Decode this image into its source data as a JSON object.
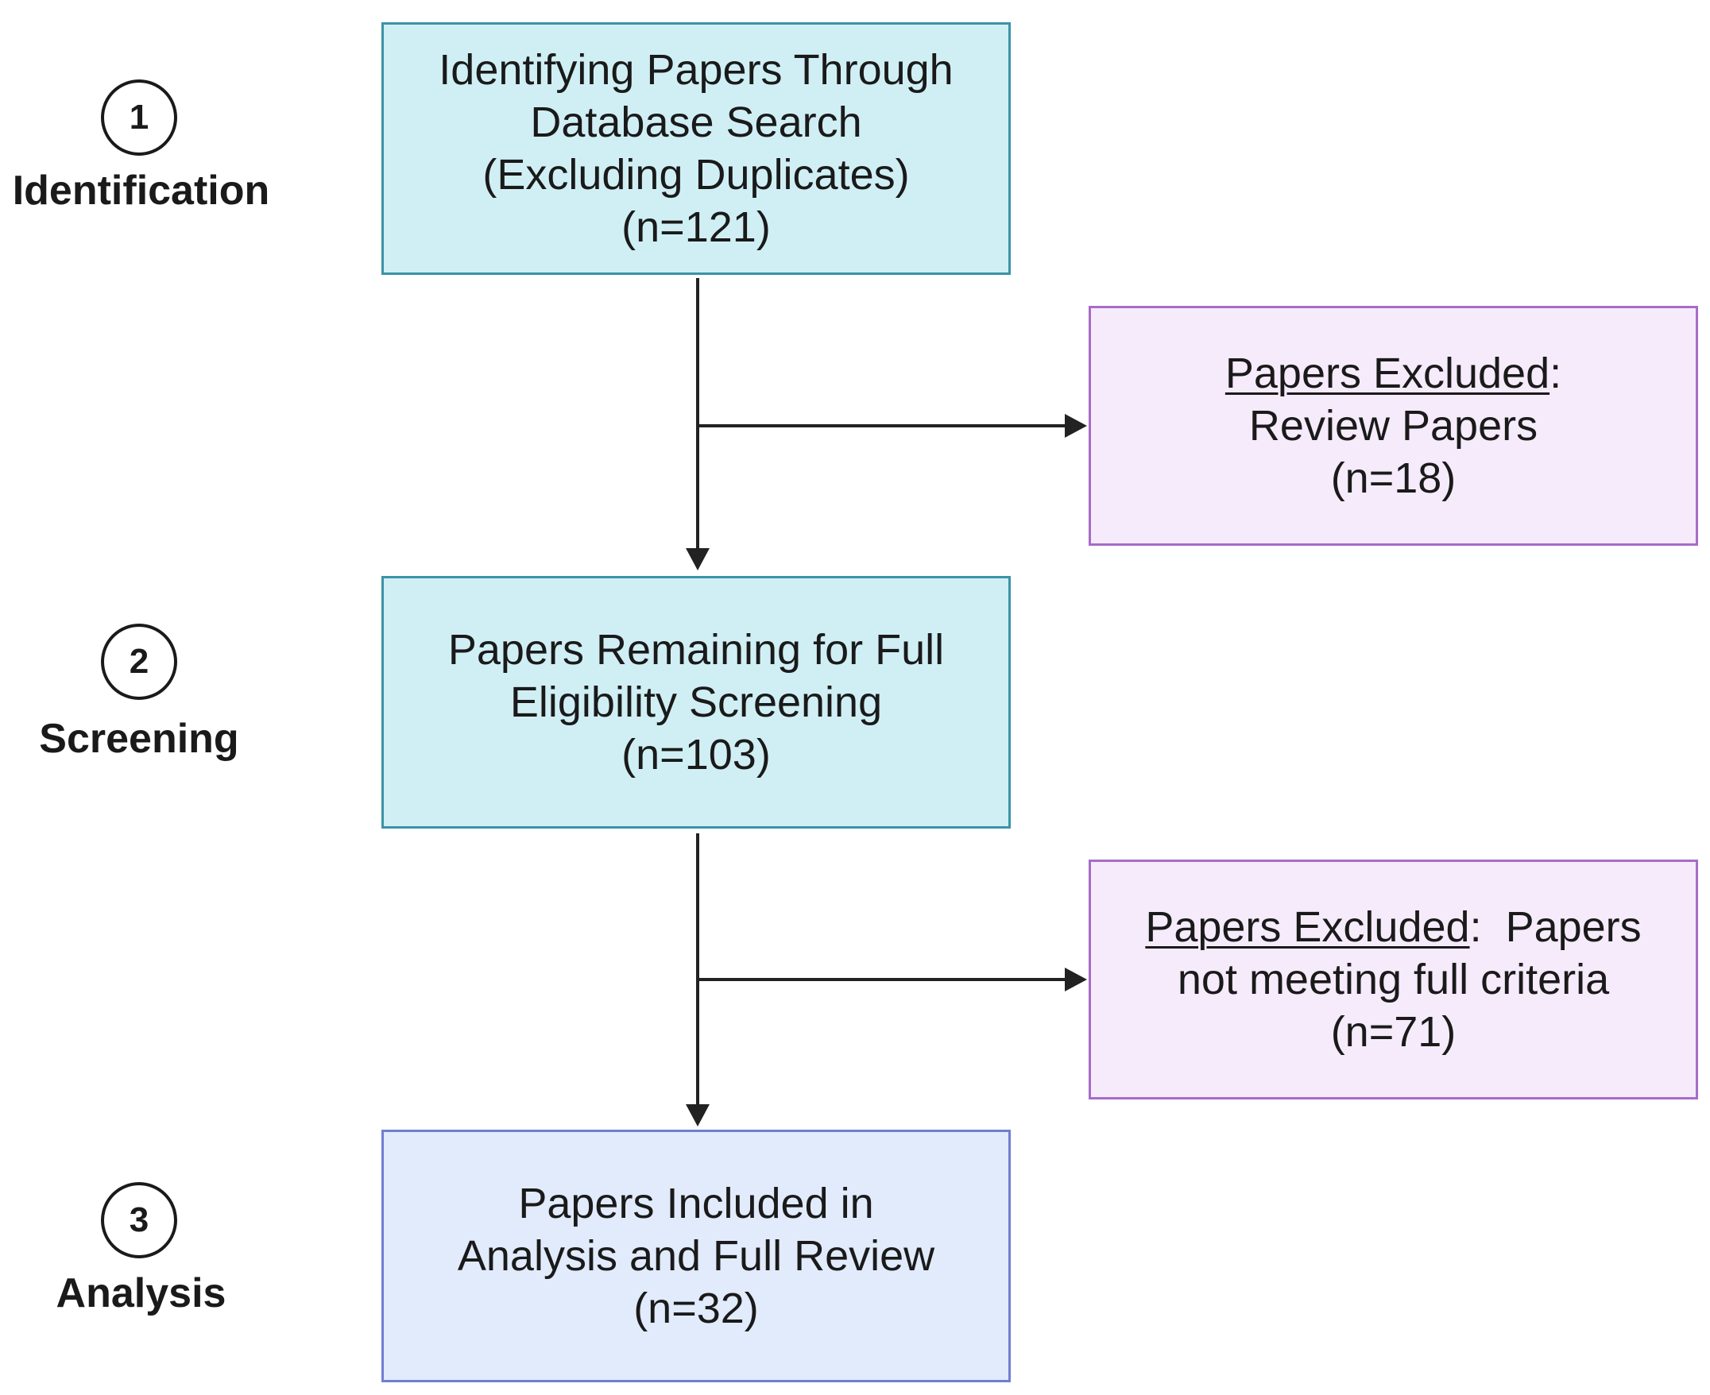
{
  "stages": [
    {
      "number": "1",
      "label": "Identification"
    },
    {
      "number": "2",
      "label": "Screening"
    },
    {
      "number": "3",
      "label": "Analysis"
    }
  ],
  "boxes": {
    "identification": {
      "lines": [
        "Identifying Papers Through",
        "Database Search",
        "(Excluding Duplicates)"
      ],
      "count": "(n=121)"
    },
    "screening": {
      "lines": [
        "Papers Remaining for Full",
        "Eligibility Screening"
      ],
      "count": "(n=103)"
    },
    "analysis": {
      "lines": [
        "Papers Included in",
        "Analysis and Full Review"
      ],
      "count": "(n=32)"
    },
    "excluded_review": {
      "heading": "Papers Excluded",
      "heading_suffix": ":",
      "line": "Review Papers",
      "count": "(n=18)"
    },
    "excluded_criteria": {
      "heading": "Papers Excluded",
      "heading_suffix": ":  Papers",
      "line": "not meeting full criteria",
      "count": "(n=71)"
    }
  },
  "colors": {
    "main_fill": "#d0eff5",
    "main_border": "#3a93a8",
    "final_fill": "#e1ebfb",
    "final_border": "#6f7fd1",
    "excluded_fill": "#f5ebfb",
    "excluded_border": "#a76cc7",
    "arrow": "#222222"
  }
}
